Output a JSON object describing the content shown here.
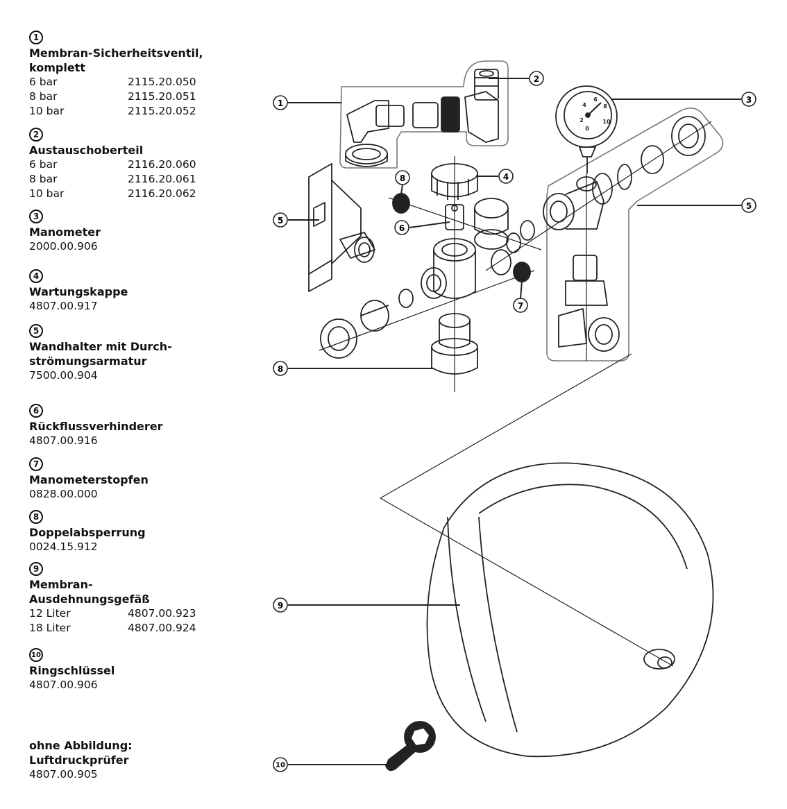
{
  "legend": [
    {
      "num": "1",
      "title": "Membran-Sicherheitsventil,\nkomplett",
      "rows": [
        [
          "6 bar",
          "2115.20.050"
        ],
        [
          "8 bar",
          "2115.20.051"
        ],
        [
          "10 bar",
          "2115.20.052"
        ]
      ]
    },
    {
      "num": "2",
      "title": "Austauschoberteil",
      "rows": [
        [
          "6 bar",
          "2116.20.060"
        ],
        [
          "8 bar",
          "2116.20.061"
        ],
        [
          "10 bar",
          "2116.20.062"
        ]
      ]
    },
    {
      "num": "3",
      "title": "Manometer",
      "code": "2000.00.906"
    },
    {
      "num": "4",
      "title": "Wartungskappe",
      "code": "4807.00.917"
    },
    {
      "num": "5",
      "title": "Wandhalter mit Durch-\nströmungsarmatur",
      "code": "7500.00.904"
    },
    {
      "num": "6",
      "title": "Rückflussverhinderer",
      "code": "4807.00.916"
    },
    {
      "num": "7",
      "title": "Manometerstopfen",
      "code": "0828.00.000"
    },
    {
      "num": "8",
      "title": "Doppelabsperrung",
      "code": "0024.15.912"
    },
    {
      "num": "9",
      "title": "Membran-\nAusdehnungsgefäß",
      "rows": [
        [
          "12 Liter",
          "4807.00.923"
        ],
        [
          "18 Liter",
          "4807.00.924"
        ]
      ]
    },
    {
      "num": "10",
      "title": "Ringschlüssel",
      "code": "4807.00.906"
    }
  ],
  "no_illustration": {
    "title_1": "ohne Abbildung:",
    "title_2": "Luftdruckprüfer",
    "code": "4807.00.905"
  },
  "callouts": {
    "c1": "1",
    "c2": "2",
    "c3": "3",
    "c4": "4",
    "c5a": "5",
    "c5b": "5",
    "c6": "6",
    "c7": "7",
    "c8a": "8",
    "c8b": "8",
    "c9": "9",
    "c10": "10"
  },
  "gauge_ticks": [
    "2",
    "4",
    "6",
    "8",
    "10",
    "0"
  ]
}
